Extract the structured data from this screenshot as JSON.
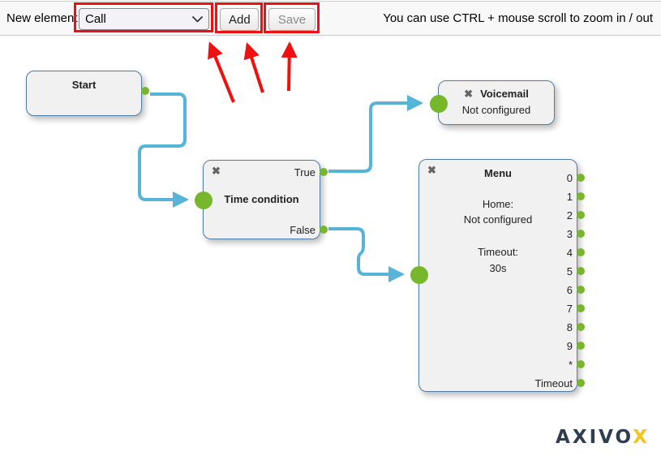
{
  "toolbar": {
    "new_element_label": "New element",
    "element_select": {
      "value": "Call"
    },
    "add_label": "Add",
    "save_label": "Save",
    "hint": "You can use CTRL + mouse scroll to zoom in / out"
  },
  "icons": {
    "close": "✖"
  },
  "nodes": {
    "start": {
      "title": "Start"
    },
    "time_condition": {
      "title": "Time condition",
      "output_true": "True",
      "output_false": "False"
    },
    "voicemail": {
      "title": "Voicemail",
      "status": "Not configured"
    },
    "menu": {
      "title": "Menu",
      "home_label": "Home:",
      "home_value": "Not configured",
      "timeout_label": "Timeout:",
      "timeout_value": "30s",
      "ports": [
        "0",
        "1",
        "2",
        "3",
        "4",
        "5",
        "6",
        "7",
        "8",
        "9",
        "*",
        "Timeout"
      ]
    }
  },
  "logo": {
    "part1": "AXIVO",
    "part2": "X"
  },
  "colors": {
    "port_green": "#76b72b",
    "connector_blue": "#56b4d6",
    "node_border_blue": "#4f7da6",
    "highlight_red": "#ee1111"
  }
}
